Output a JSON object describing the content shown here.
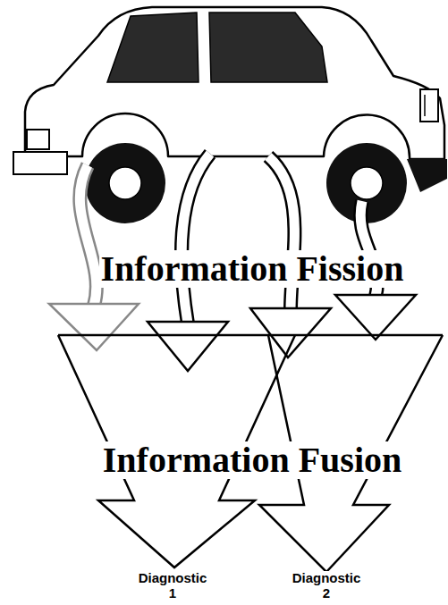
{
  "diagram": {
    "labels": [
      "Information Fission",
      "Information Fusion",
      "Diagnostic 1",
      "Diagnostic 2"
    ]
  }
}
